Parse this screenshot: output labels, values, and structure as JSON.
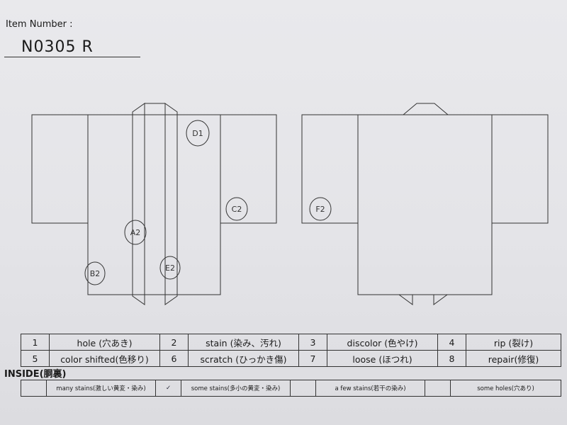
{
  "item": {
    "label": "Item Number :",
    "number": "N0305   R"
  },
  "diagram": {
    "marks": [
      "A2",
      "B2",
      "C2",
      "D1",
      "E2",
      "F2"
    ]
  },
  "defects": [
    {
      "num": "1",
      "label": "hole (穴あき)"
    },
    {
      "num": "2",
      "label": "stain (染み、汚れ)"
    },
    {
      "num": "3",
      "label": "discolor (色やけ)"
    },
    {
      "num": "4",
      "label": "rip (裂け)"
    },
    {
      "num": "5",
      "label": "color shifted(色移り)"
    },
    {
      "num": "6",
      "label": "scratch (ひっかき傷)"
    },
    {
      "num": "7",
      "label": "loose (ほつれ)"
    },
    {
      "num": "8",
      "label": "repair(修復)"
    }
  ],
  "inside": {
    "title": "INSIDE(胴裏)",
    "options": [
      {
        "label": "many stains(激しい黄変・染み)",
        "checked": ""
      },
      {
        "label": "some stains(多小の黄変・染み)",
        "checked": "✓"
      },
      {
        "label": "a few stains(若干の染み)",
        "checked": ""
      },
      {
        "label": "some holes(穴あり)",
        "checked": ""
      }
    ]
  }
}
